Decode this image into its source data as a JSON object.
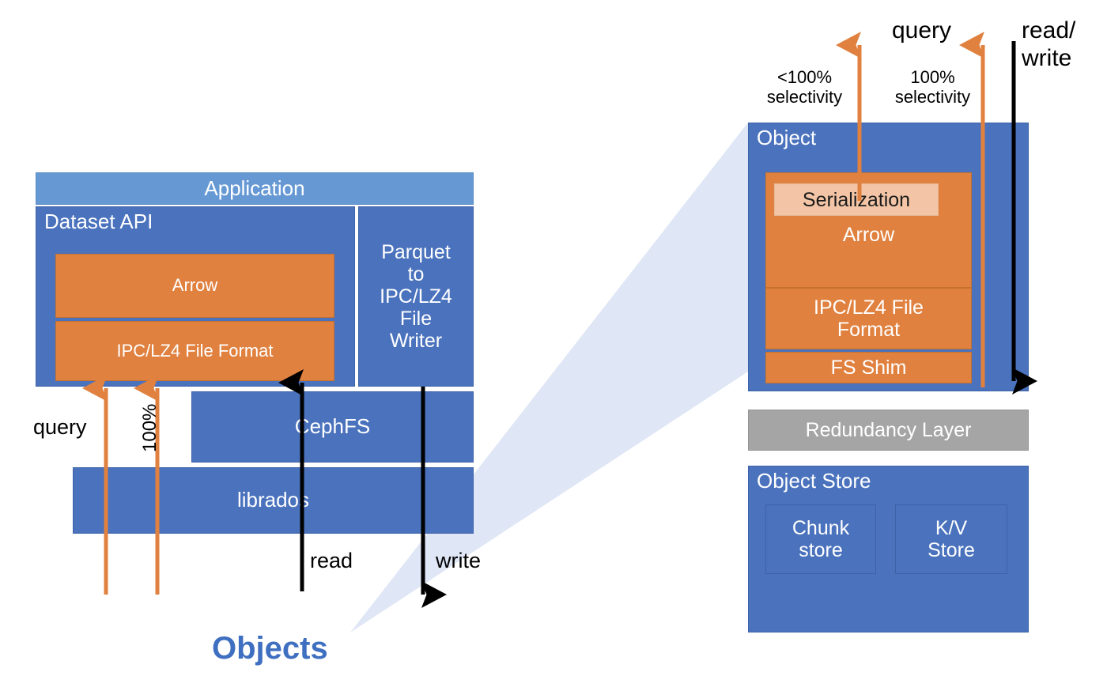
{
  "diagram": {
    "title": "Arrow / Ceph object storage architecture",
    "colors": {
      "blue": "#4a72bd",
      "light_blue": "#6699d4",
      "orange": "#e0813f",
      "peach": "#f3c5a6",
      "grey": "#a5a5a5",
      "objects_text": "#3f6fc0",
      "wedge": "#dfe6f5",
      "black": "#000000"
    }
  },
  "client_stack": {
    "application": "Application",
    "dataset_api": "Dataset API",
    "arrow": "Arrow",
    "ipc_lz4_file_format": "IPC/LZ4 File Format",
    "parquet_writer": "Parquet\nto\nIPC/LZ4\nFile\nWriter",
    "cephfs": "CephFS",
    "librados": "librados"
  },
  "client_arrows": {
    "query": "query",
    "hundred_percent": "100%",
    "read": "read",
    "write": "write"
  },
  "objects_label": "Objects",
  "object_stack": {
    "object": "Object",
    "serialization": "Serialization",
    "arrow": "Arrow",
    "ipc_lz4_file_format": "IPC/LZ4 File\nFormat",
    "fs_shim": "FS Shim",
    "redundancy_layer": "Redundancy Layer",
    "object_store": "Object Store",
    "chunk_store": "Chunk\nstore",
    "kv_store": "K/V\nStore"
  },
  "object_arrows": {
    "sub_hundred_selectivity": "<100%\nselectivity",
    "query": "query",
    "hundred_selectivity": "100%\nselectivity",
    "read_write": "read/\nwrite"
  }
}
